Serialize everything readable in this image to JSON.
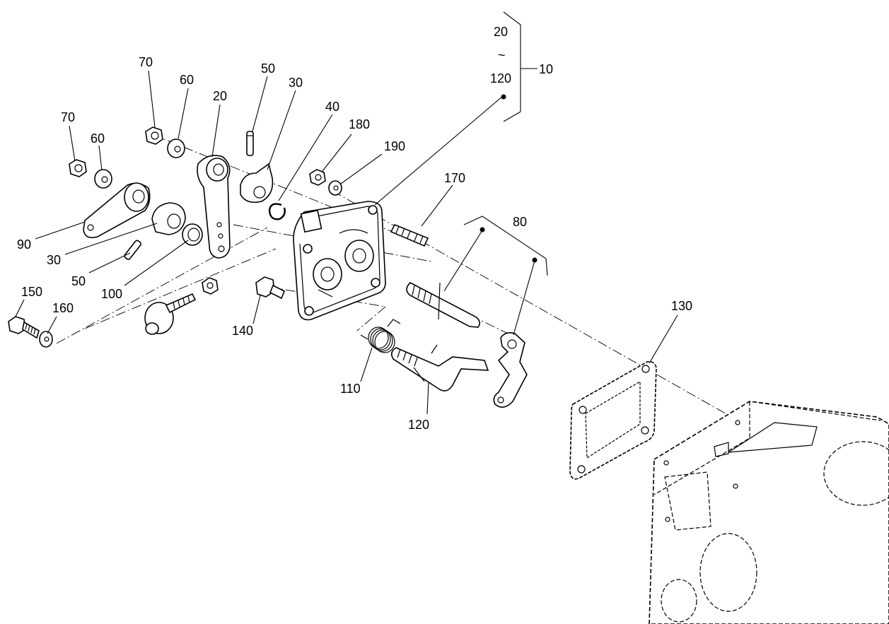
{
  "diagram": {
    "labels": {
      "range_top": "20",
      "range_tilde": "~",
      "range_bottom": "120",
      "assembly": "10",
      "nut_upper": "70",
      "washer_upper": "60",
      "nut_left": "70",
      "washer_left": "60",
      "lever_20": "20",
      "pin_upper": "50",
      "cam_upper": "30",
      "snap_ring": "40",
      "nut_small": "180",
      "washer_small": "190",
      "stud": "170",
      "kit": "80",
      "lever_90": "90",
      "cam_lower": "30",
      "pin_lower": "50",
      "seal": "100",
      "bolt": "150",
      "washer_bolt": "160",
      "fitting": "140",
      "spring": "110",
      "shaft": "120",
      "gasket": "130"
    }
  }
}
